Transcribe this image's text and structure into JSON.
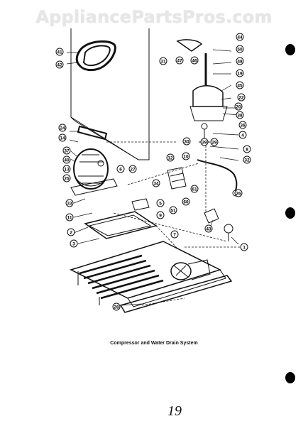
{
  "watermark": "AppliancePartsPros.com",
  "caption": "Compressor and Water Drain System",
  "page_number": "19",
  "callouts": [
    "44",
    "50",
    "47",
    "46",
    "31",
    "48",
    "41",
    "19",
    "42",
    "45",
    "22",
    "20",
    "38",
    "39",
    "4",
    "3",
    "30",
    "8",
    "32",
    "26",
    "12",
    "6",
    "27",
    "29",
    "34",
    "7",
    "9",
    "43",
    "1",
    "33",
    "2",
    "28",
    "51",
    "60",
    "10",
    "61",
    "5",
    "24",
    "14",
    "11",
    "36",
    "37",
    "40",
    "13",
    "25"
  ]
}
